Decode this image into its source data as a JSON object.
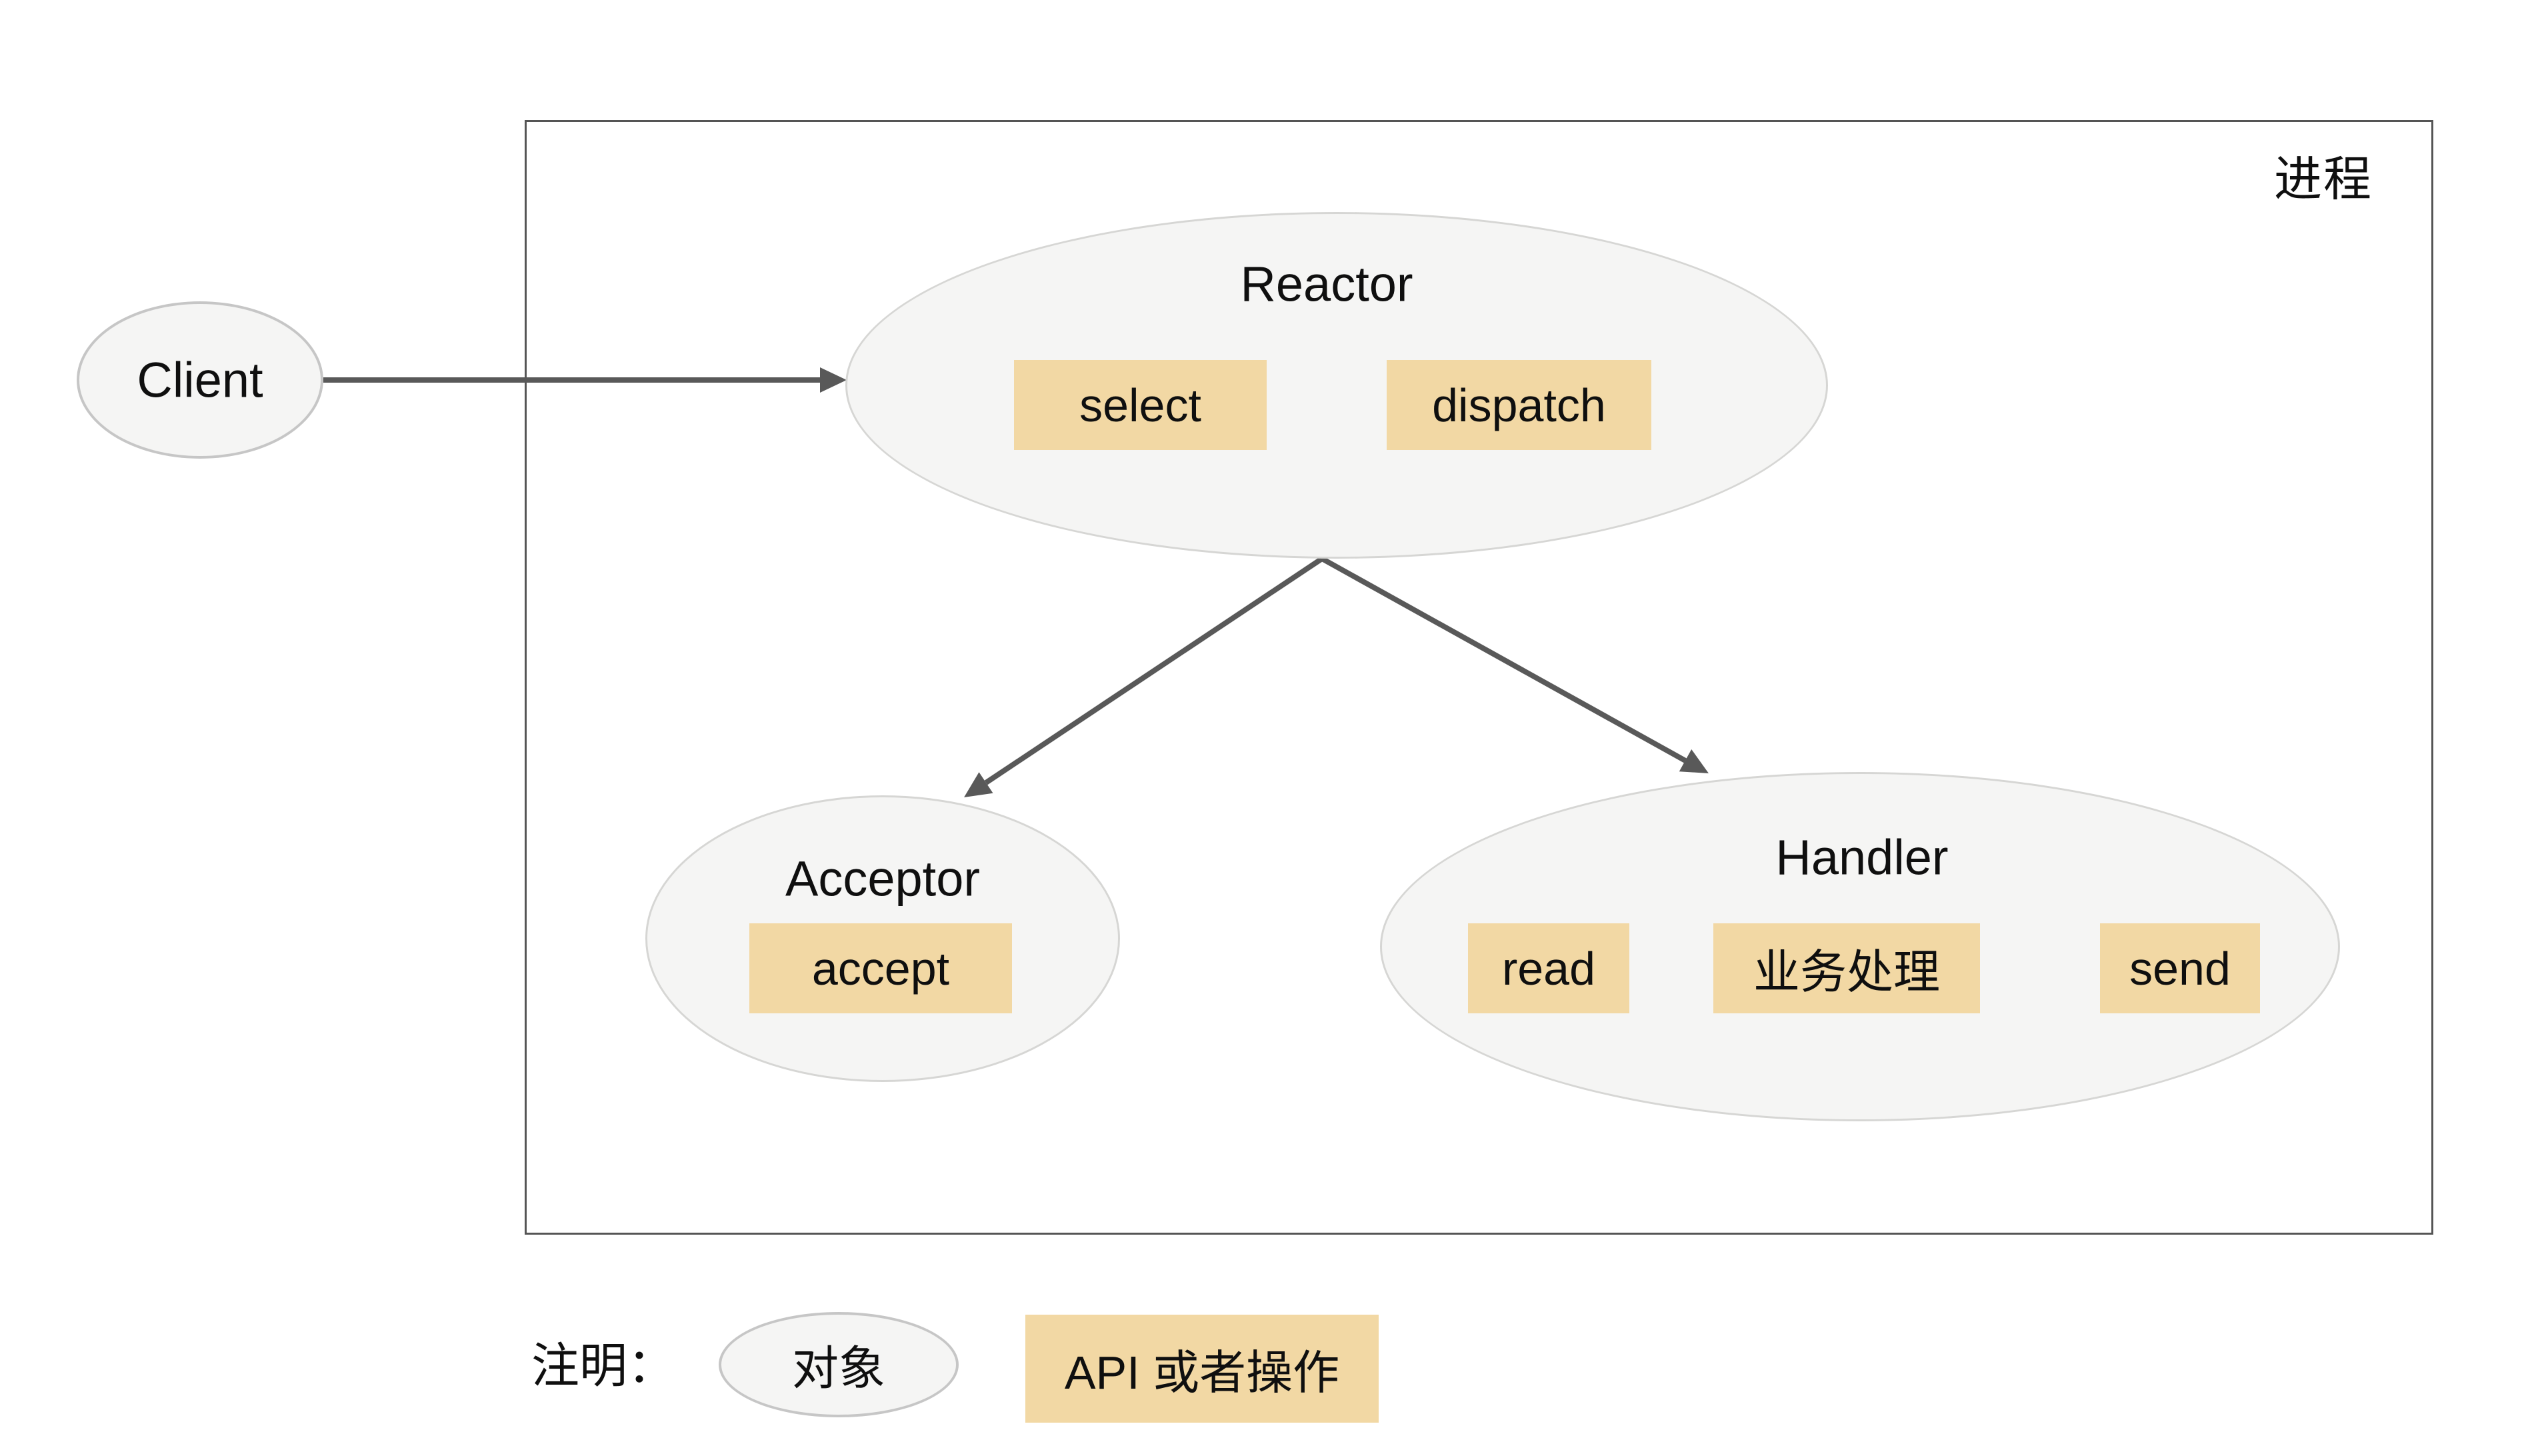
{
  "diagram": {
    "process_label": "进程",
    "client": {
      "label": "Client"
    },
    "reactor": {
      "title": "Reactor",
      "ops": {
        "select": "select",
        "dispatch": "dispatch"
      }
    },
    "acceptor": {
      "title": "Acceptor",
      "ops": {
        "accept": "accept"
      }
    },
    "handler": {
      "title": "Handler",
      "ops": {
        "read": "read",
        "process": "业务处理",
        "send": "send"
      }
    },
    "legend": {
      "caption": "注明：",
      "object_label": "对象",
      "api_label": "API 或者操作"
    }
  },
  "colors": {
    "accent_fill": "#f2d8a4",
    "node_fill": "#f5f5f4",
    "node_stroke": "#d6d6d4",
    "client_stroke": "#c6c6c6",
    "arrow": "#595959",
    "frame": "#555555",
    "text": "#0f0f0f",
    "background": "#ffffff"
  }
}
